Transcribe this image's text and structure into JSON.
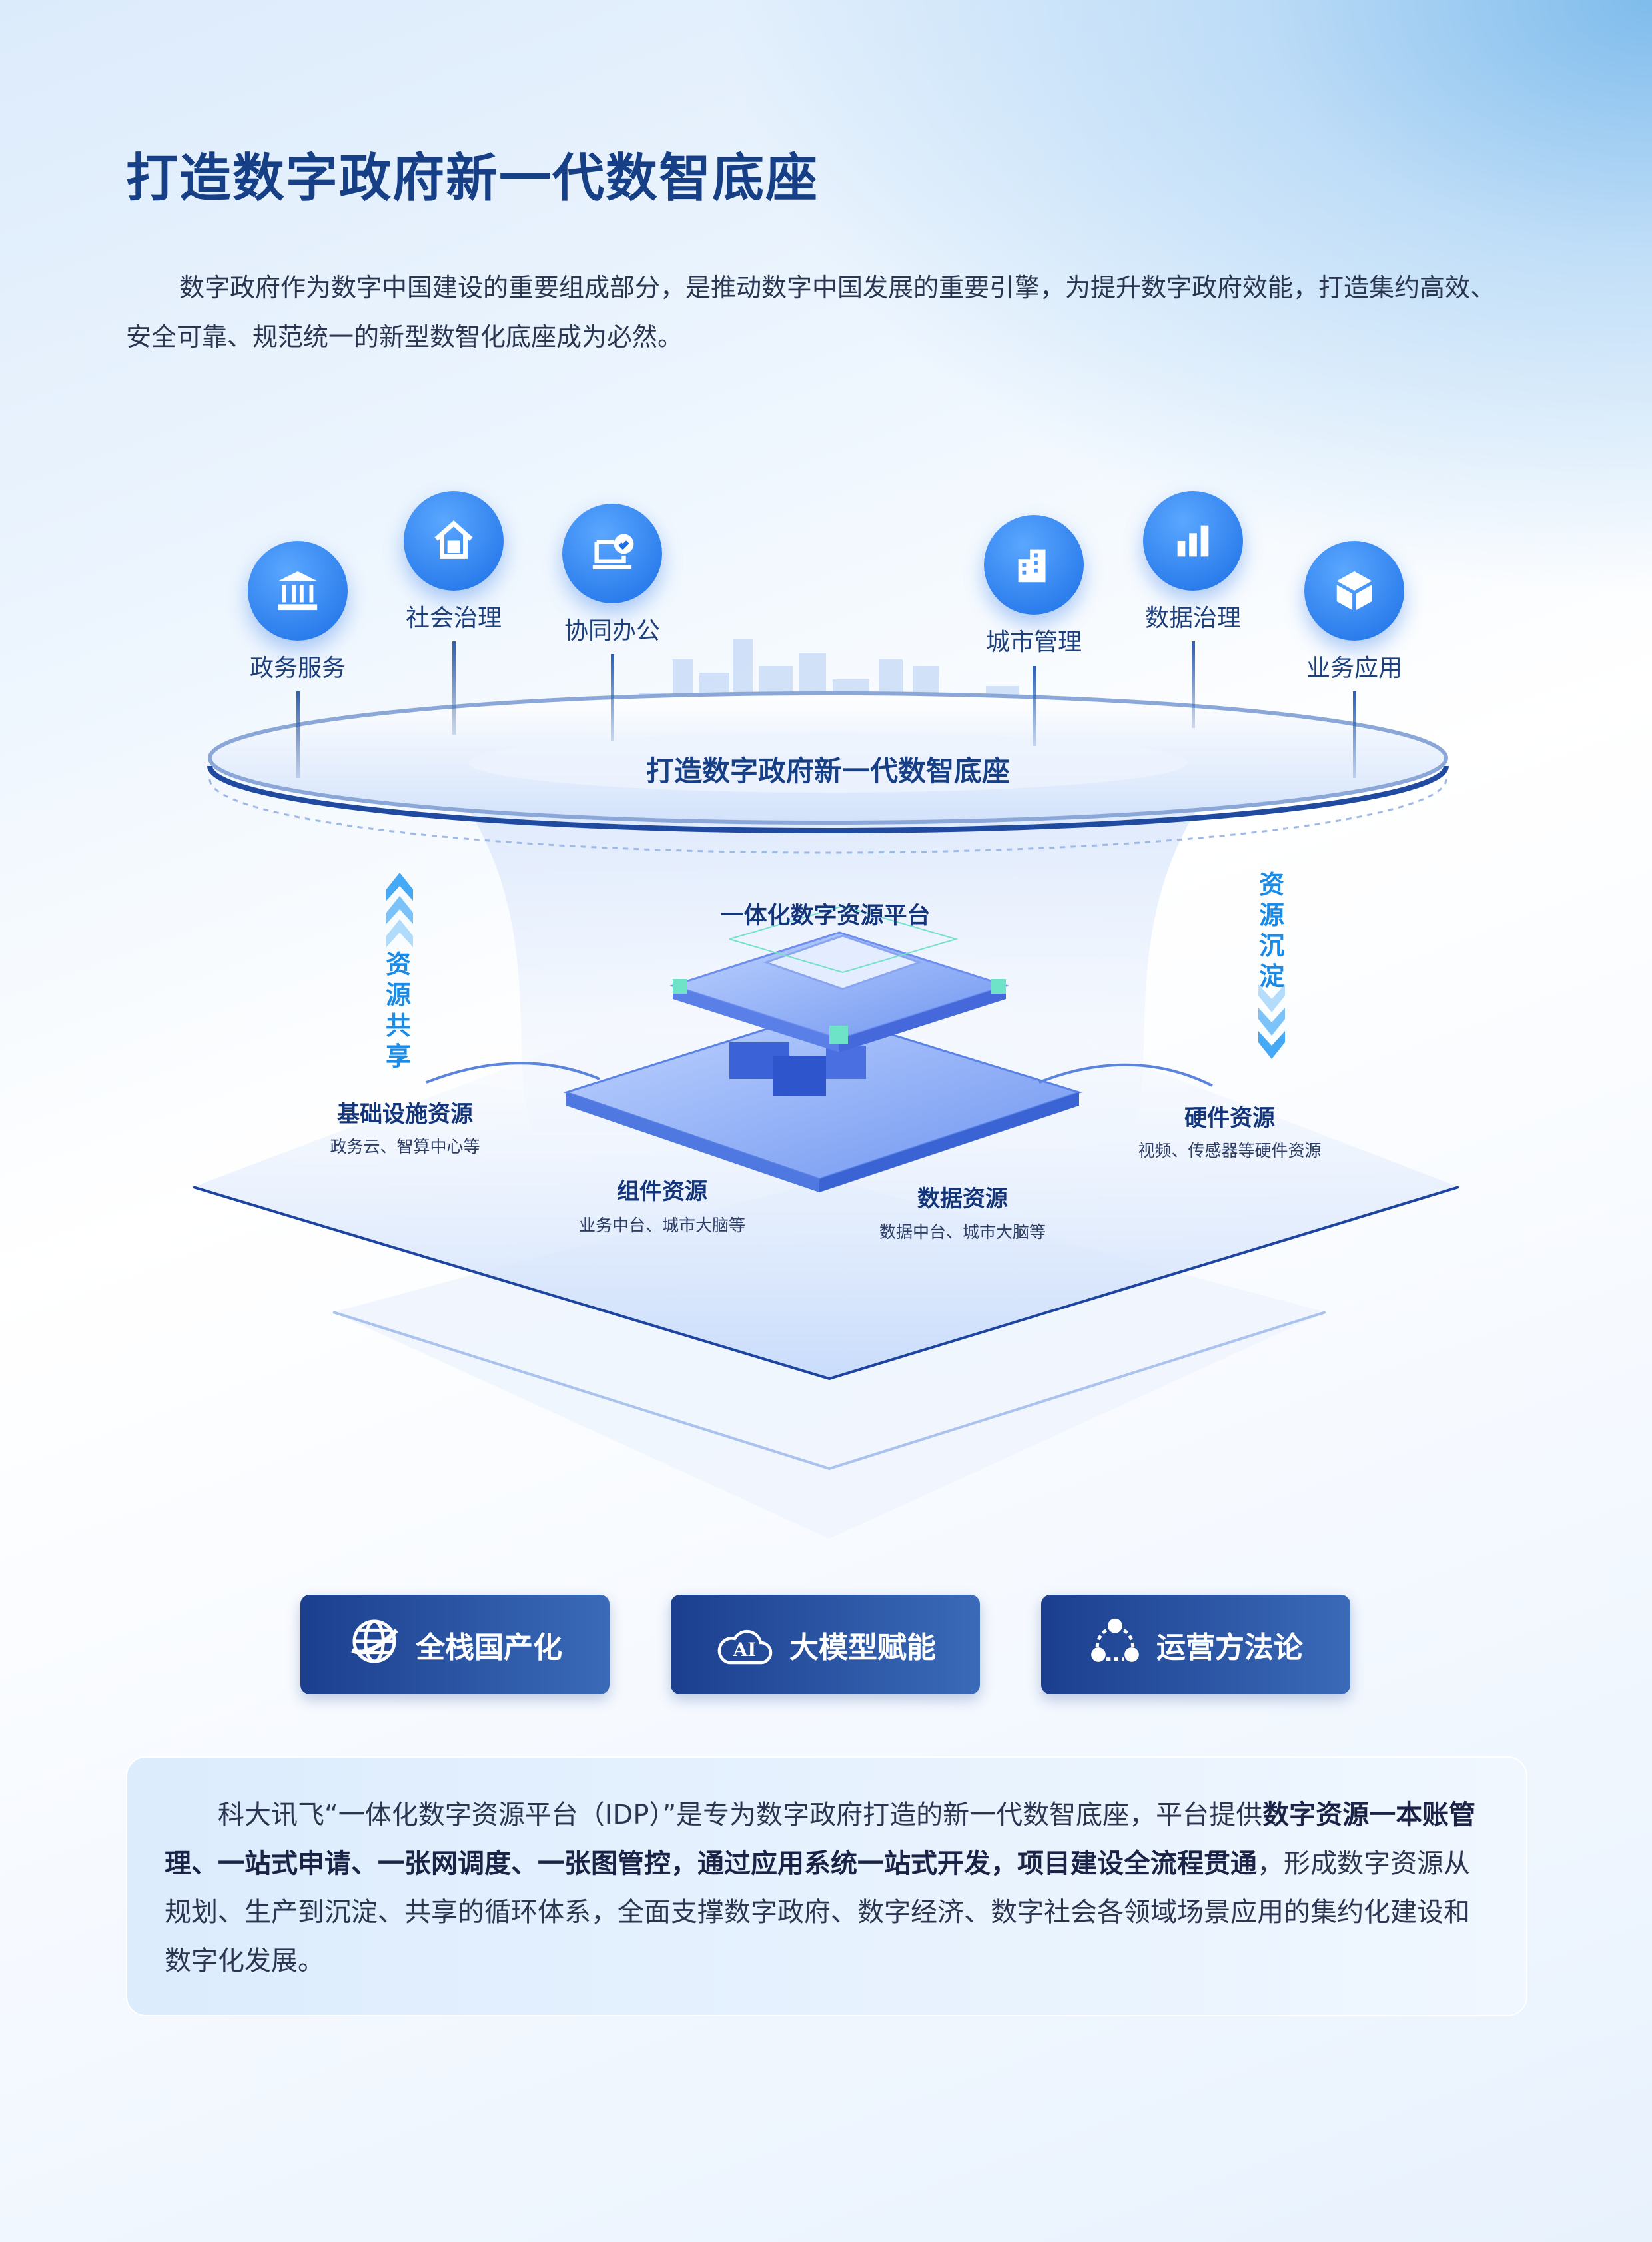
{
  "title": "打造数字政府新一代数智底座",
  "intro": "数字政府作为数字中国建设的重要组成部分，是推动数字中国发展的重要引擎，为提升数字政府效能，打造集约高效、安全可靠、规范统一的新型数智化底座成为必然。",
  "apps": [
    {
      "label": "政务服务",
      "icon": "government-building-icon"
    },
    {
      "label": "社会治理",
      "icon": "home-icon"
    },
    {
      "label": "协同办公",
      "icon": "laptop-check-icon"
    },
    {
      "label": "城市管理",
      "icon": "city-buildings-icon"
    },
    {
      "label": "数据治理",
      "icon": "bar-chart-icon"
    },
    {
      "label": "业务应用",
      "icon": "cube-icon"
    }
  ],
  "platform_label": "打造数字政府新一代数智底座",
  "core_label": "一体化数字资源平台",
  "share_label": "资源共享",
  "settle_label": "资源沉淀",
  "resources": [
    {
      "title": "基础设施资源",
      "sub": "政务云、智算中心等"
    },
    {
      "title": "组件资源",
      "sub": "业务中台、城市大脑等"
    },
    {
      "title": "数据资源",
      "sub": "数据中台、城市大脑等"
    },
    {
      "title": "硬件资源",
      "sub": "视频、传感器等硬件资源"
    }
  ],
  "buttons": [
    {
      "label": "全栈国产化",
      "icon": "globe-icon"
    },
    {
      "label": "大模型赋能",
      "icon": "ai-cloud-icon",
      "icon_text": "AI"
    },
    {
      "label": "运营方法论",
      "icon": "network-nodes-icon"
    }
  ],
  "summary": {
    "p1": "科大讯飞“一体化数字资源平台（IDP）”是专为数字政府打造的新一代数智底座，平台提供",
    "b1": "数字资源一本账管理、一站式申请、一张网调度、一张图管控，通过应用系统一站式开发，项目建设全流程贯通",
    "p2": "，形成数字资源从规划、生产到沉淀、共享的循环体系，全面支撑数字政府、数字经济、数字社会各领域场景应用的集约化建设和数字化发展。"
  }
}
